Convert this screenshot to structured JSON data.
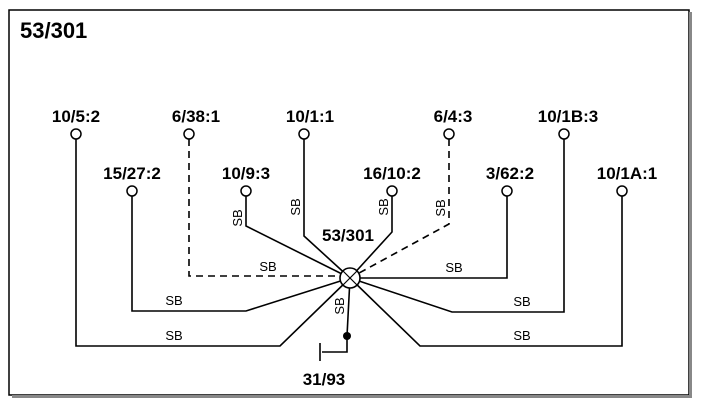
{
  "title": "53/301",
  "center_label": "53/301",
  "ground_label": "31/93",
  "connectors": [
    {
      "id": "c1",
      "label": "10/5:2"
    },
    {
      "id": "c2",
      "label": "15/27:2"
    },
    {
      "id": "c3",
      "label": "6/38:1"
    },
    {
      "id": "c4",
      "label": "10/9:3"
    },
    {
      "id": "c5",
      "label": "10/1:1"
    },
    {
      "id": "c6",
      "label": "16/10:2"
    },
    {
      "id": "c7",
      "label": "6/4:3"
    },
    {
      "id": "c8",
      "label": "3/62:2"
    },
    {
      "id": "c9",
      "label": "10/1B:3"
    },
    {
      "id": "c10",
      "label": "10/1A:1"
    }
  ],
  "wire_labels": [
    {
      "id": "w1",
      "text": "SB"
    },
    {
      "id": "w2",
      "text": "SB"
    },
    {
      "id": "w3",
      "text": "SB"
    },
    {
      "id": "w4",
      "text": "SB"
    },
    {
      "id": "w5",
      "text": "SB"
    },
    {
      "id": "w6",
      "text": "SB"
    },
    {
      "id": "w7",
      "text": "SB"
    },
    {
      "id": "w8",
      "text": "SB"
    },
    {
      "id": "w9",
      "text": "SB"
    },
    {
      "id": "w10",
      "text": "SB"
    },
    {
      "id": "w11",
      "text": "SB"
    }
  ]
}
